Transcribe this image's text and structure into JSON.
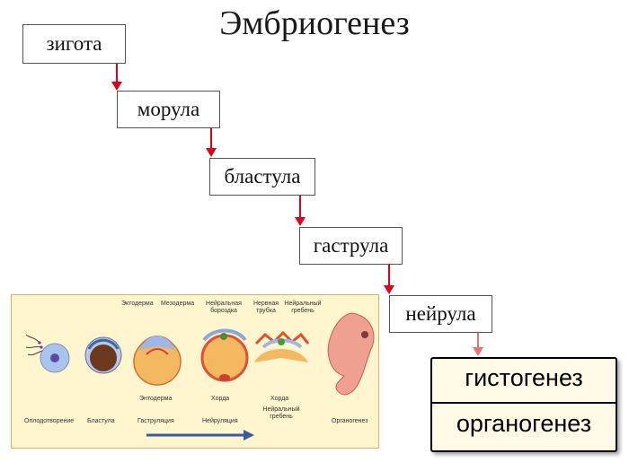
{
  "title": "Эмбриогенез",
  "stages": [
    "зигота",
    "морула",
    "бластула",
    "гаструла",
    "нейрула"
  ],
  "final": [
    "гистогенез",
    "органогенез"
  ],
  "panel": {
    "top_labels": [
      "Эктодерма",
      "Мезодерма",
      "Нейральная бороздка",
      "Нервная трубка",
      "Нейральный гребень"
    ],
    "middle_labels": [
      "Энтодерма",
      "Хорда",
      "Хорда",
      "Нейральный гребень"
    ],
    "bottom_labels": [
      "Оплодотворение",
      "Бластула",
      "Гаструляция",
      "Нейруляция",
      "Органогенез"
    ]
  },
  "colors": {
    "arrow": "#e0001a",
    "panel_bg": "#fff6cf",
    "timeline_arrow": "#3a5aa0"
  }
}
